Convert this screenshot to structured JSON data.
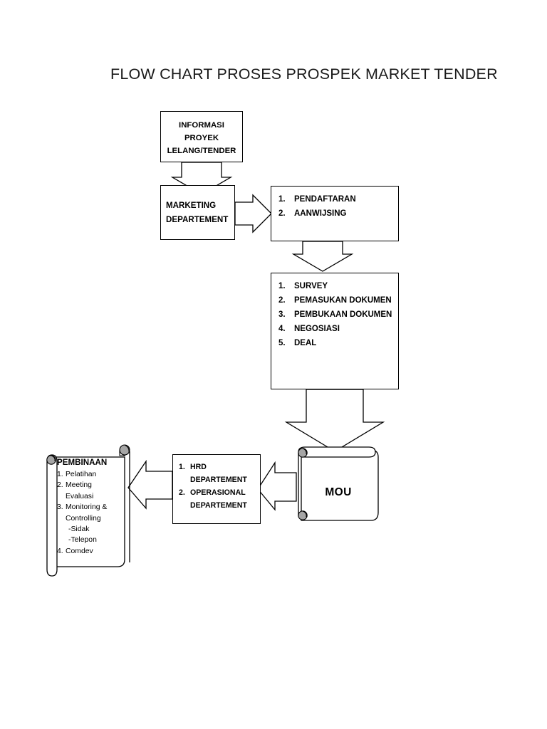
{
  "document": {
    "title": "FLOW CHART PROSES PROSPEK MARKET TENDER",
    "background_color": "#ffffff",
    "line_color": "#000000",
    "curl_color": "#a6a6a6"
  },
  "nodes": {
    "informasi": {
      "name": "informasi-proyek-box",
      "lines": [
        "INFORMASI",
        "PROYEK",
        "LELANG/TENDER"
      ]
    },
    "marketing": {
      "name": "marketing-departement-box",
      "lines": [
        "MARKETING",
        "DEPARTEMENT"
      ]
    },
    "pendaftaran": {
      "name": "pendaftaran-aanwijsing-box",
      "items": [
        {
          "num": "1.",
          "text": "PENDAFTARAN"
        },
        {
          "num": "2.",
          "text": "AANWIJSING"
        }
      ]
    },
    "survey": {
      "name": "survey-proses-box",
      "items": [
        {
          "num": "1.",
          "text": "SURVEY"
        },
        {
          "num": "2.",
          "text": "PEMASUKAN DOKUMEN"
        },
        {
          "num": "3.",
          "text": "PEMBUKAAN DOKUMEN"
        },
        {
          "num": "4.",
          "text": "NEGOSIASI"
        },
        {
          "num": "5.",
          "text": "DEAL"
        }
      ]
    },
    "mou": {
      "name": "mou-document",
      "label": "MOU"
    },
    "hrd": {
      "name": "hrd-operasional-box",
      "items": [
        {
          "num": "1.",
          "text": "HRD",
          "cont": false
        },
        {
          "num": "",
          "text": "DEPARTEMENT",
          "cont": true
        },
        {
          "num": "2.",
          "text": "OPERASIONAL",
          "cont": false
        },
        {
          "num": "",
          "text": "DEPARTEMENT",
          "cont": true
        }
      ]
    },
    "pembinaan": {
      "name": "pembinaan-document",
      "title": "PEMBINAAN",
      "items": [
        {
          "num": "1.",
          "text": "Pelatihan",
          "kind": "item"
        },
        {
          "num": "2.",
          "text": "Meeting",
          "kind": "item"
        },
        {
          "num": "",
          "text": "Evaluasi",
          "kind": "cont"
        },
        {
          "num": "3.",
          "text": "Monitoring &",
          "kind": "item"
        },
        {
          "num": "",
          "text": "Controlling",
          "kind": "cont"
        },
        {
          "num": "",
          "text": "-Sidak",
          "kind": "sub"
        },
        {
          "num": "",
          "text": "-Telepon",
          "kind": "sub"
        },
        {
          "num": "4.",
          "text": "Comdev",
          "kind": "item"
        }
      ]
    }
  },
  "connectors": [
    {
      "name": "arrow-informasi-to-marketing",
      "direction": "down"
    },
    {
      "name": "arrow-marketing-to-pendaftaran",
      "direction": "right"
    },
    {
      "name": "arrow-pendaftaran-to-survey",
      "direction": "down"
    },
    {
      "name": "arrow-survey-to-mou",
      "direction": "down"
    },
    {
      "name": "arrow-mou-to-hrd",
      "direction": "left"
    },
    {
      "name": "arrow-hrd-to-pembinaan",
      "direction": "left"
    }
  ]
}
